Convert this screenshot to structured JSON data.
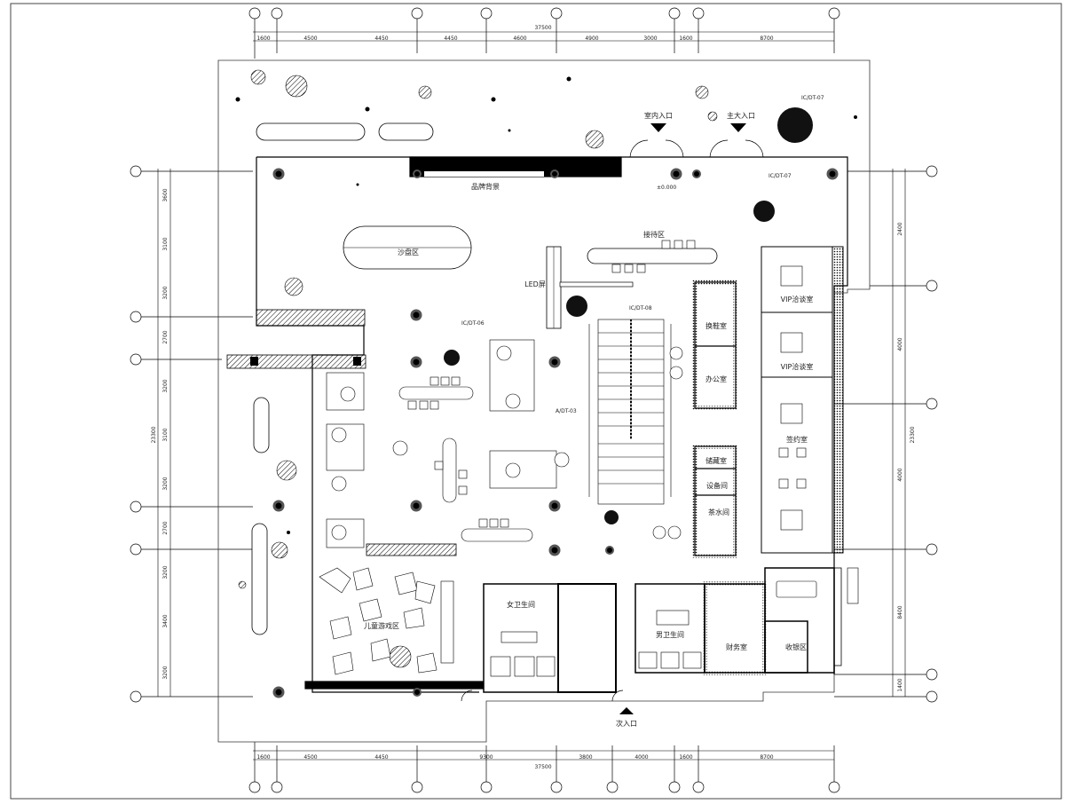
{
  "plan": {
    "dim_top_total": "37500",
    "dim_top": [
      "1600",
      "4500",
      "4450",
      "4450",
      "4600",
      "4900",
      "3000",
      "1600",
      "8700"
    ],
    "dim_bottom_total": "37500",
    "dim_bottom": [
      "1600",
      "4500",
      "4450",
      "9300",
      "3800",
      "4000",
      "1600",
      "8700"
    ],
    "dim_left_total": "23300",
    "dim_left": [
      "3600",
      "3100",
      "3200",
      "2700",
      "3200",
      "3100",
      "3200",
      "2700",
      "3200",
      "3400",
      "3200"
    ],
    "dim_right_total": "23300",
    "dim_right": [
      "2400",
      "4000",
      "4000",
      "8400",
      "1400"
    ],
    "rooms": {
      "reception": "接待区",
      "sand_table": "沙盘区",
      "brand_wall": "品牌背景",
      "led": "LED屏",
      "vip1": "VIP洽谈室",
      "vip2": "VIP洽谈室",
      "signing": "签约室",
      "changing": "换鞋室",
      "office": "办公室",
      "storage": "储藏室",
      "utility": "设备间",
      "tea": "茶水间",
      "female_wc": "女卫生间",
      "male_wc": "男卫生间",
      "finance": "财务室",
      "cashier": "收银区",
      "kids": "儿童游戏区",
      "main_entrance": "室内入口",
      "main_entrance2": "主大入口",
      "side_entrance": "次入口"
    },
    "refs": {
      "r1": "IC/DT-07",
      "r2": "IC/DT-07",
      "r3": "IC/DT-08",
      "r4": "IC/DT-06",
      "r5": "A/DT-03",
      "level": "±0.000"
    }
  }
}
